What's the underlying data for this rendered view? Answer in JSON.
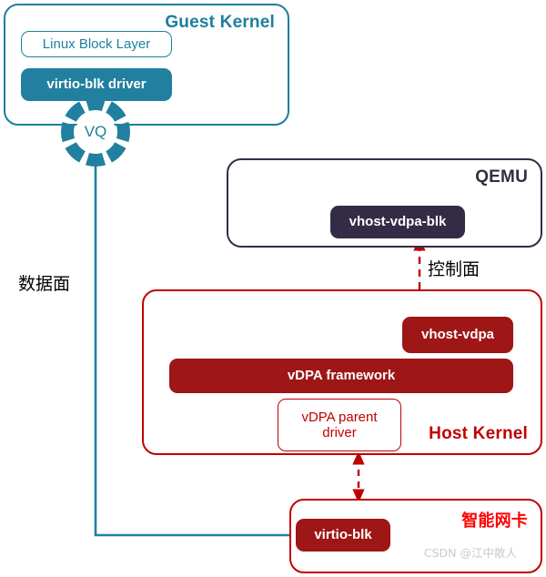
{
  "diagram": {
    "title_hidden": "virtio-blk vDPA datapath / control-path architecture",
    "colors": {
      "teal": "#1C7F9E",
      "teal_fill": "#2180A0",
      "navy": "#342C46",
      "dark_red": "#9E1616",
      "red_border": "#C00000",
      "bright_red": "#FF0000",
      "black": "#000000",
      "watermark_gray": "#c9c9c9"
    }
  },
  "guest_kernel": {
    "title": "Guest Kernel",
    "components": [
      {
        "label": "Linux Block Layer"
      },
      {
        "label": "virtio-blk driver"
      }
    ],
    "virtqueue": {
      "label": "VQ",
      "segments": 8
    }
  },
  "qemu": {
    "title": "QEMU",
    "components": [
      {
        "label": "vhost-vdpa-blk"
      }
    ]
  },
  "host_kernel": {
    "title": "Host Kernel",
    "components": [
      {
        "label": "vhost-vdpa"
      },
      {
        "label": "vDPA framework"
      },
      {
        "label": "vDPA parent\ndriver"
      }
    ]
  },
  "smart_nic": {
    "title": "智能网卡",
    "components": [
      {
        "label": "virtio-blk"
      }
    ]
  },
  "labels": {
    "data_plane": "数据面",
    "control_plane": "控制面"
  },
  "watermark": "CSDN @江中散人"
}
